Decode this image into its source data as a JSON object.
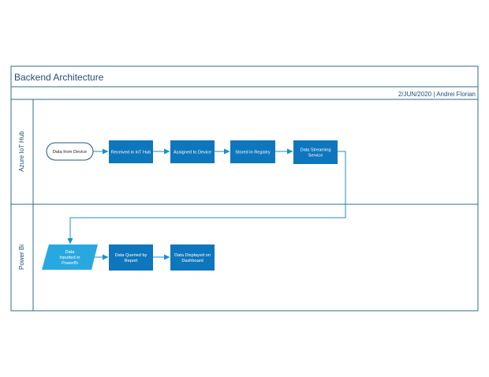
{
  "diagram": {
    "title": "Backend Architecture",
    "date_author": "2/JUN/2020 | Andrei Florian",
    "lanes": [
      {
        "label": "Azure IoT Hub"
      },
      {
        "label": "Power Bi"
      }
    ],
    "nodes": {
      "data_from_device": {
        "lines": [
          "Data from Device"
        ]
      },
      "received_in_iot_hub": {
        "lines": [
          "Received in IoT Hub"
        ]
      },
      "assigned_to_device": {
        "lines": [
          "Assigned to Device"
        ]
      },
      "stored_in_registry": {
        "lines": [
          "Stored in Registry"
        ]
      },
      "data_streaming_service": {
        "lines": [
          "Data Streaming",
          "Service"
        ]
      },
      "data_inputted_in_powerbi": {
        "lines": [
          "Data",
          "Inputted in",
          "PowerBi"
        ]
      },
      "data_queried_by_report": {
        "lines": [
          "Data Queried by",
          "Report"
        ]
      },
      "data_displayed_on_dashboard": {
        "lines": [
          "Data Displayed on",
          "Dashboard"
        ]
      }
    },
    "colors": {
      "process_fill": "#0E76BC",
      "io_fill": "#29A8E0",
      "terminator_stroke": "#1F5A7A",
      "frame_stroke": "#2E6E8E",
      "title_text": "#1F4E79",
      "connector": "#1B8FC9",
      "node_text": "#ffffff"
    }
  }
}
